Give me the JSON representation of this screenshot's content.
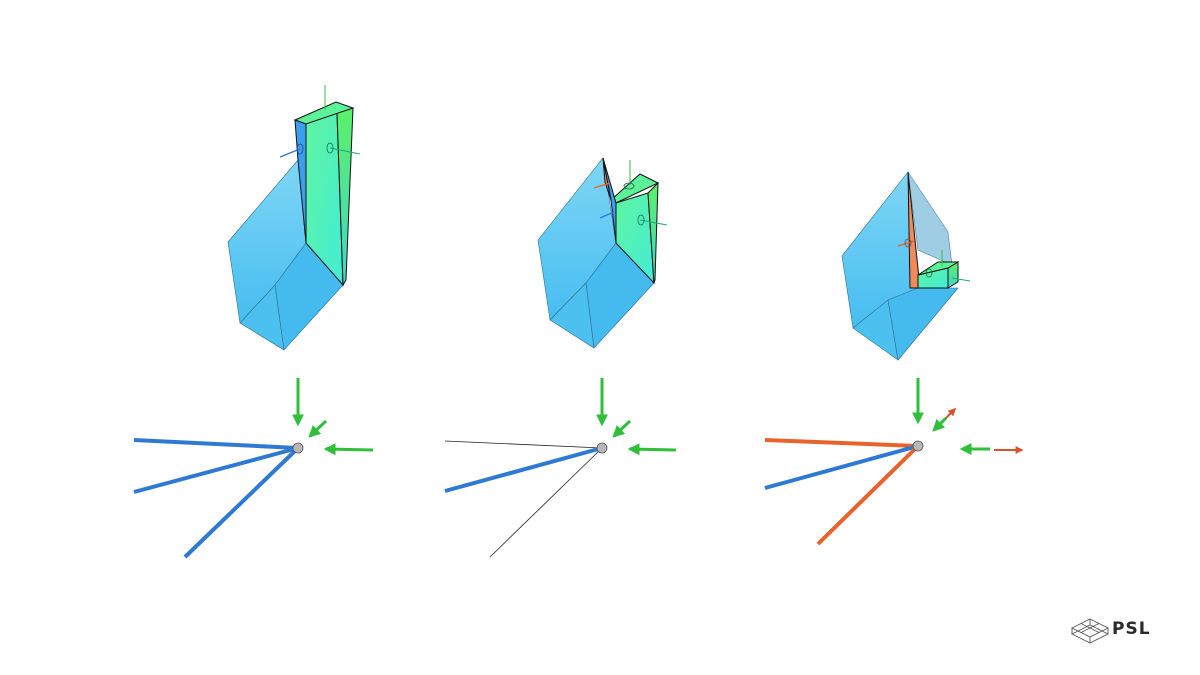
{
  "logo": {
    "text": "PSL",
    "icon": "wireframe-cube-icon"
  },
  "colors": {
    "solid_fill": "#4fc3f0",
    "solid_fill_light": "#86d9f7",
    "green_face": "#4ff0a6",
    "green_face_bright": "#66ff7a",
    "blue_face": "#2f8fe8",
    "orange_face": "#f08a5a",
    "blue_member": "#2d79d3",
    "orange_member": "#e8622c",
    "green_arrow": "#2fbf3a",
    "red_arrow": "#d9532a",
    "node": "#b8b8b8",
    "thin_line": "#222222"
  },
  "panels": [
    {
      "name": "panel-1",
      "members": [
        "blue",
        "blue",
        "blue"
      ],
      "side_arrow_red": false
    },
    {
      "name": "panel-2",
      "members": [
        "thin",
        "blue",
        "thin"
      ],
      "side_arrow_red": false
    },
    {
      "name": "panel-3",
      "members": [
        "orange",
        "blue",
        "orange"
      ],
      "side_arrow_red": true
    }
  ]
}
